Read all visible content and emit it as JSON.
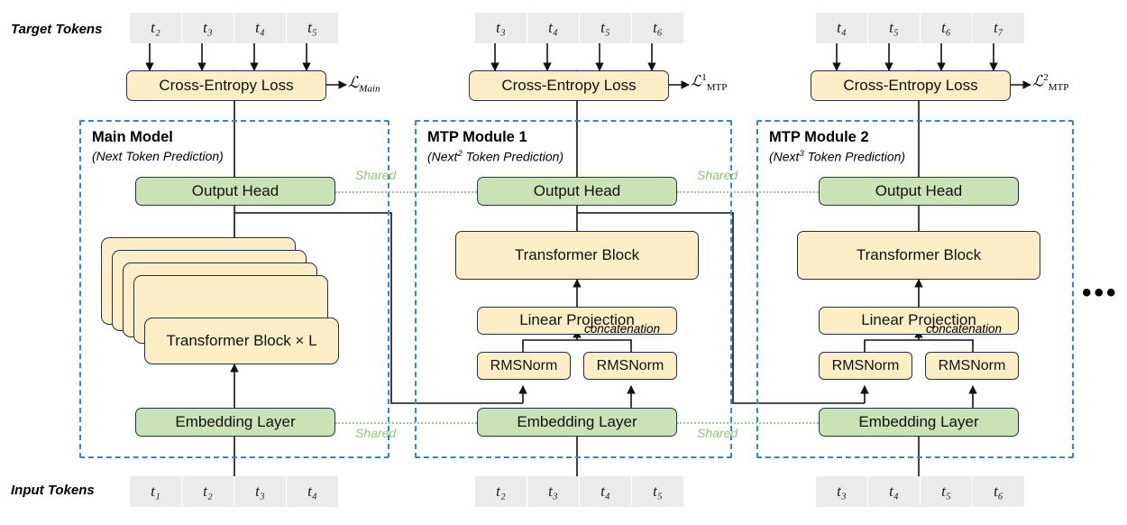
{
  "labels": {
    "target_tokens": "Target Tokens",
    "input_tokens": "Input Tokens",
    "shared": "Shared",
    "concatenation": "concatenation",
    "ellipsis": "•••"
  },
  "colors": {
    "group_border": "#3b84c4",
    "yellow_box": "#fdeec8",
    "green_box": "#c9e3b6",
    "box_border": "#1f3245",
    "token_bg": "#ebebeb",
    "shared_green": "#93c47d",
    "arrow": "#111111"
  },
  "columns": [
    {
      "id": "main",
      "title": "Main Model",
      "subtitle": "(Next Token Prediction)",
      "loss": {
        "symbol": "ℒ",
        "sup": "",
        "sub": "Main"
      },
      "target_tokens": [
        "t₂",
        "t₃",
        "t₄",
        "t₅"
      ],
      "input_tokens": [
        "t₁",
        "t₂",
        "t₃",
        "t₄"
      ],
      "loss_box": "Cross-Entropy Loss",
      "output_head": "Output Head",
      "trunk": "Transformer Block × L",
      "embedding": "Embedding Layer",
      "shared_label_head": "Shared",
      "shared_label_emb": "Shared"
    },
    {
      "id": "mtp1",
      "title": "MTP Module 1",
      "subtitle": "(Next² Token Prediction)",
      "loss": {
        "symbol": "ℒ",
        "sup": "1",
        "sub": "MTP"
      },
      "target_tokens": [
        "t₃",
        "t₄",
        "t₅",
        "t₆"
      ],
      "input_tokens": [
        "t₂",
        "t₃",
        "t₄",
        "t₅"
      ],
      "loss_box": "Cross-Entropy Loss",
      "output_head": "Output Head",
      "transformer": "Transformer Block",
      "projection": "Linear Projection",
      "norm_left": "RMSNorm",
      "norm_right": "RMSNorm",
      "embedding": "Embedding Layer",
      "shared_label_head": "Shared",
      "shared_label_emb": "Shared"
    },
    {
      "id": "mtp2",
      "title": "MTP Module 2",
      "subtitle": "(Next³ Token Prediction)",
      "loss": {
        "symbol": "ℒ",
        "sup": "2",
        "sub": "MTP"
      },
      "target_tokens": [
        "t₄",
        "t₅",
        "t₆",
        "t₇"
      ],
      "input_tokens": [
        "t₃",
        "t₄",
        "t₅",
        "t₆"
      ],
      "loss_box": "Cross-Entropy Loss",
      "output_head": "Output Head",
      "transformer": "Transformer Block",
      "projection": "Linear Projection",
      "norm_left": "RMSNorm",
      "norm_right": "RMSNorm",
      "embedding": "Embedding Layer"
    }
  ]
}
